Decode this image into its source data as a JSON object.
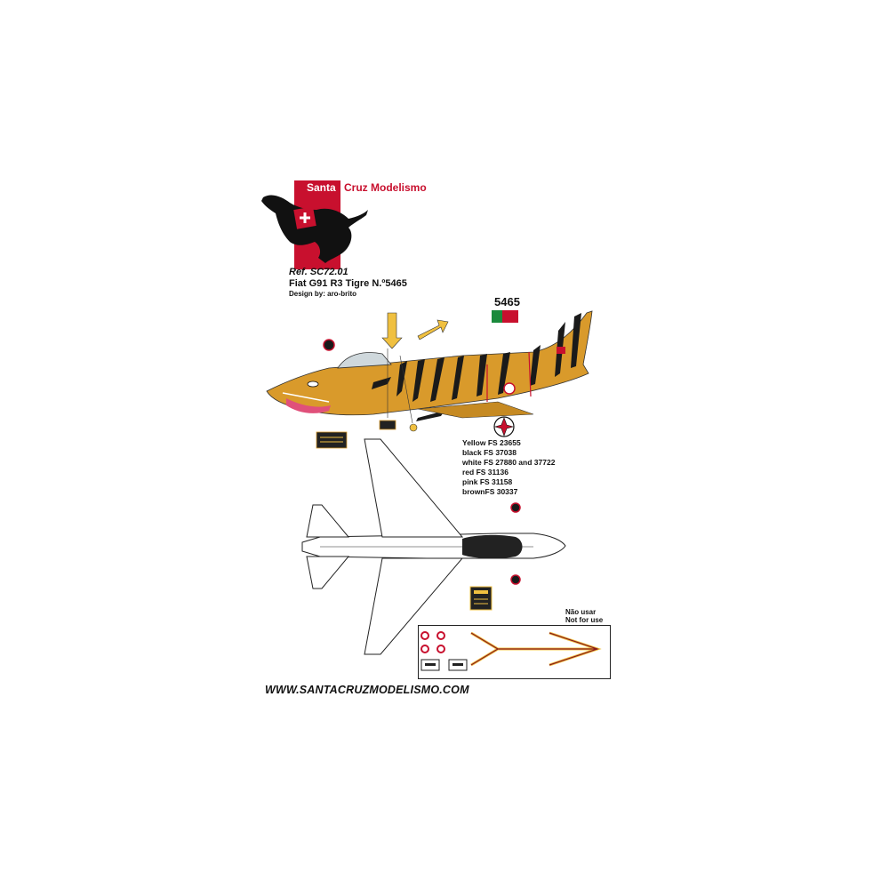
{
  "brand": {
    "part1": "Santa",
    "part2": "Cruz Modelismo"
  },
  "header": {
    "ref": "Ref. SC72.01",
    "title": "Fiat G91 R3  Tigre N.º5465",
    "design": "Design by: aro-brito"
  },
  "aircraft": {
    "serial": "5465"
  },
  "colors_list": [
    "Yellow FS 23655",
    "black FS 37038",
    "white FS 27880 and 37722",
    "red FS 31136",
    "pink FS 31158",
    "brownFS 30337"
  ],
  "note": {
    "line1": "Não usar",
    "line2": "Not for use"
  },
  "footer": {
    "url": "WWW.SANTACRUZMODELISMO.COM"
  },
  "palette": {
    "tiger_yellow": "#d99a2b",
    "tiger_black": "#1a1a1a",
    "red": "#c8102e",
    "green": "#1a8a3c",
    "pink": "#e0507a",
    "brown": "#8a5a2b"
  }
}
